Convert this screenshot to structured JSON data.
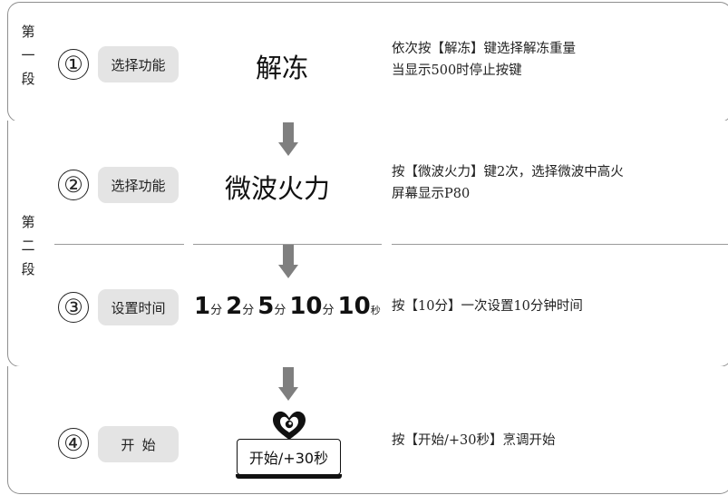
{
  "stages": [
    {
      "chars": [
        "第",
        "一",
        "段"
      ]
    },
    {
      "chars": [
        "第",
        "二",
        "段"
      ]
    }
  ],
  "steps": [
    {
      "num": "①",
      "func": "选择功能",
      "key": "解冻",
      "desc": [
        "依次按【解冻】键选择解冻重量",
        "当显示500时停止按键"
      ]
    },
    {
      "num": "②",
      "func": "选择功能",
      "key": "微波火力",
      "desc": [
        "按【微波火力】键2次，选择微波中高火",
        "屏幕显示P80"
      ]
    },
    {
      "num": "③",
      "func": "设置时间",
      "desc": [
        "按【10分】一次设置10分钟时间"
      ]
    },
    {
      "num": "④",
      "func": "开  始",
      "desc": [
        "按【开始/+30秒】烹调开始"
      ]
    }
  ],
  "time_keys": [
    {
      "value": "1",
      "unit": "分"
    },
    {
      "value": "2",
      "unit": "分"
    },
    {
      "value": "5",
      "unit": "分"
    },
    {
      "value": "10",
      "unit": "分"
    },
    {
      "value": "10",
      "unit": "秒"
    }
  ],
  "start_key": {
    "label": "开始/+30秒"
  },
  "colors": {
    "arrow": "#7f7f7f",
    "button_bg": "#e4e4e4",
    "border": "#8f8f8f"
  },
  "icons": {
    "arrow": "down-arrow-icon",
    "start": "heart-swirl-icon"
  }
}
